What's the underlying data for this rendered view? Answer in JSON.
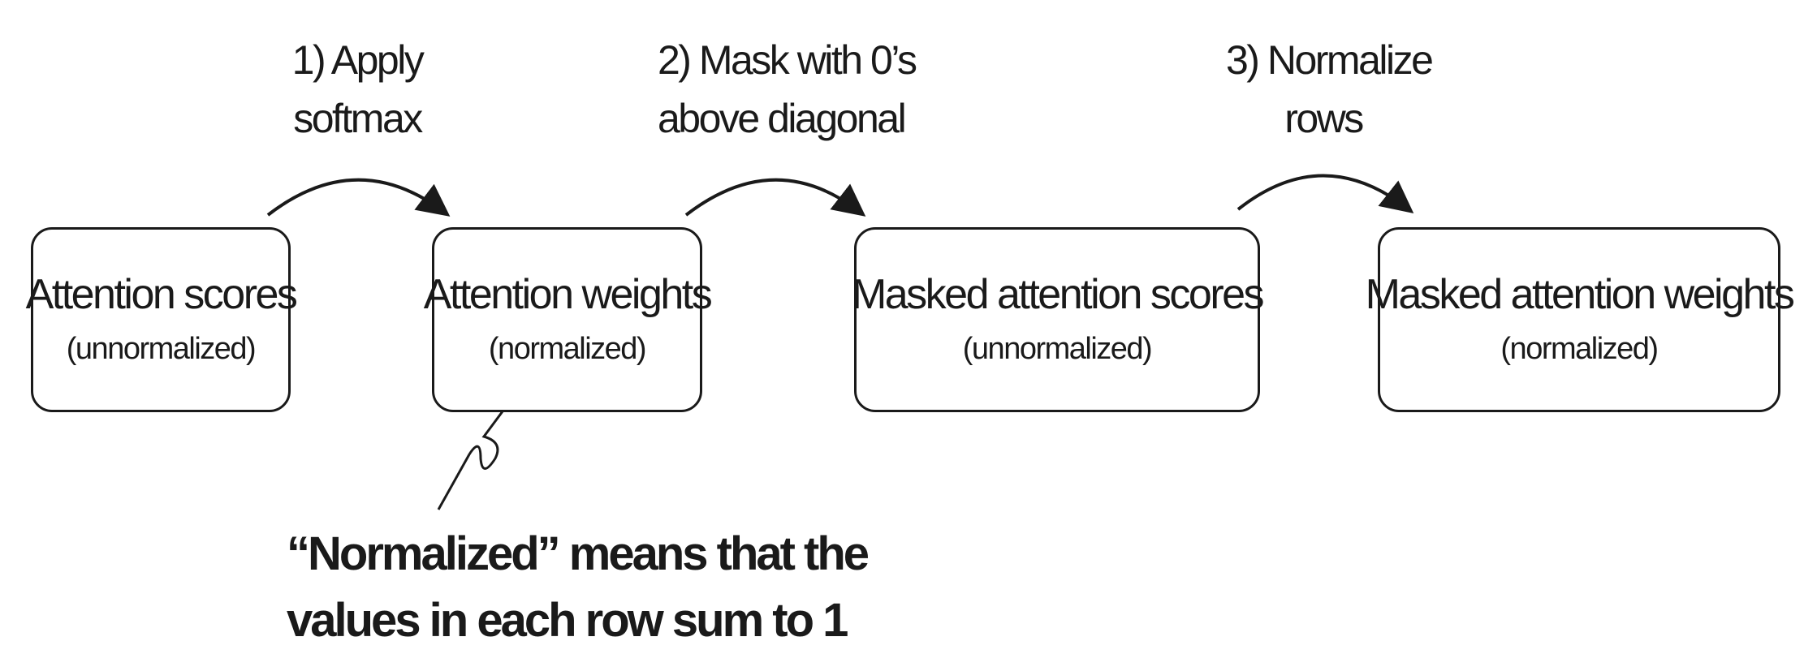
{
  "steps": [
    {
      "line1": "1) Apply",
      "line2": "softmax"
    },
    {
      "line1": "2) Mask with 0’s",
      "line2": "above diagonal"
    },
    {
      "line1": "3) Normalize",
      "line2": "rows"
    }
  ],
  "boxes": [
    {
      "title": "Attention scores",
      "subtitle": "(unnormalized)"
    },
    {
      "title": "Attention weights",
      "subtitle": "(normalized)"
    },
    {
      "title": "Masked attention scores",
      "subtitle": "(unnormalized)"
    },
    {
      "title": "Masked attention weights",
      "subtitle": "(normalized)"
    }
  ],
  "note": {
    "line1": "“Normalized” means that the",
    "line2": "values in each row sum to 1"
  }
}
